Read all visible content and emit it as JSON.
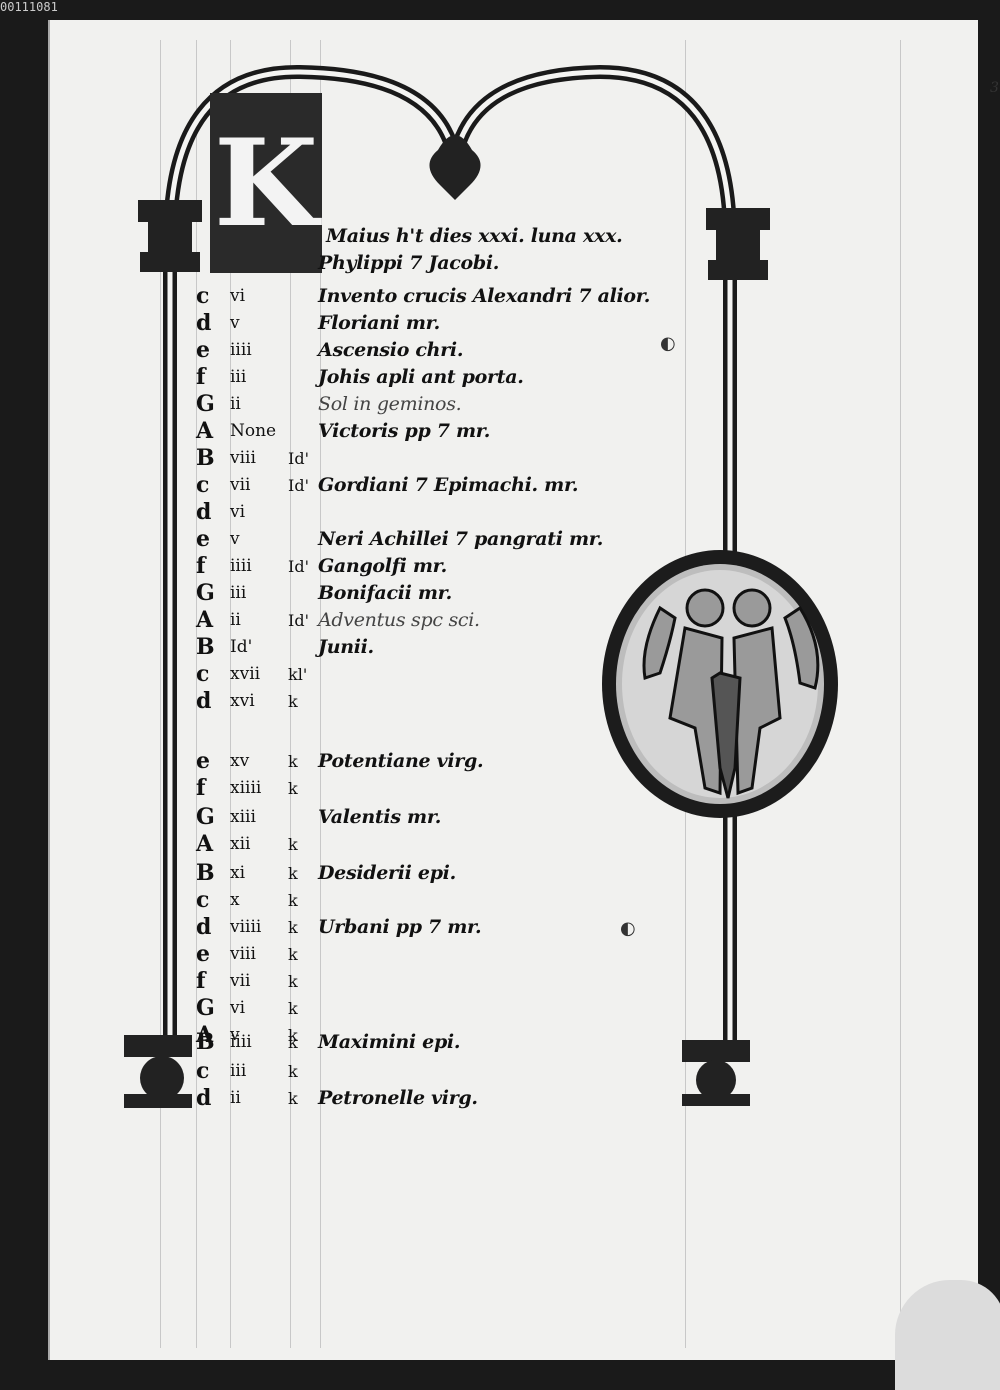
{
  "meta": {
    "shelfmark": "00111081",
    "folio": "3"
  },
  "initial": {
    "letter": "K"
  },
  "heading": {
    "month_line": "Maius h't dies xxxi. luna xxx."
  },
  "rows": [
    {
      "letter": "",
      "golden": "",
      "kal": "",
      "feast": "Phylippi 7 Jacobi."
    },
    {
      "letter": "c",
      "golden": "vi",
      "kal": "",
      "feast": "Invento crucis Alexandri 7 alior."
    },
    {
      "letter": "d",
      "golden": "v",
      "kal": "",
      "feast": "Floriani mr."
    },
    {
      "letter": "e",
      "golden": "iiii",
      "kal": "",
      "feast": "Ascensio chri."
    },
    {
      "letter": "f",
      "golden": "iii",
      "kal": "",
      "feast": "Johis apli ant porta."
    },
    {
      "letter": "G",
      "golden": "ii",
      "kal": "",
      "feast": "Sol in geminos."
    },
    {
      "letter": "A",
      "golden": "None",
      "kal": "",
      "feast": "Victoris pp 7 mr."
    },
    {
      "letter": "B",
      "golden": "viii",
      "kal": "Id'",
      "feast": ""
    },
    {
      "letter": "c",
      "golden": "vii",
      "kal": "Id'",
      "feast": "Gordiani 7 Epimachi. mr."
    },
    {
      "letter": "d",
      "golden": "vi",
      "kal": "",
      "feast": ""
    },
    {
      "letter": "e",
      "golden": "v",
      "kal": "",
      "feast": "Neri Achillei 7 pangrati mr."
    },
    {
      "letter": "f",
      "golden": "iiii",
      "kal": "Id'",
      "feast": "Gangolfi mr."
    },
    {
      "letter": "G",
      "golden": "iii",
      "kal": "",
      "feast": "Bonifacii mr."
    },
    {
      "letter": "A",
      "golden": "ii",
      "kal": "Id'",
      "feast": "Adventus spc sci."
    },
    {
      "letter": "B",
      "golden": "Id'",
      "kal": "",
      "feast": "Junii."
    },
    {
      "letter": "c",
      "golden": "xvii",
      "kal": "kl'",
      "feast": ""
    },
    {
      "letter": "d",
      "golden": "xvi",
      "kal": "k",
      "feast": ""
    },
    {
      "letter": "e",
      "golden": "xv",
      "kal": "k",
      "feast": "Potentiane virg."
    },
    {
      "letter": "f",
      "golden": "xiiii",
      "kal": "k",
      "feast": ""
    },
    {
      "letter": "G",
      "golden": "xiii",
      "kal": "",
      "feast": "Valentis mr."
    },
    {
      "letter": "A",
      "golden": "xii",
      "kal": "k",
      "feast": ""
    },
    {
      "letter": "B",
      "golden": "xi",
      "kal": "k",
      "feast": "Desiderii epi."
    },
    {
      "letter": "c",
      "golden": "x",
      "kal": "k",
      "feast": ""
    },
    {
      "letter": "d",
      "golden": "viiii",
      "kal": "k",
      "feast": "Urbani pp 7 mr."
    },
    {
      "letter": "e",
      "golden": "viii",
      "kal": "k",
      "feast": ""
    },
    {
      "letter": "f",
      "golden": "vii",
      "kal": "k",
      "feast": ""
    },
    {
      "letter": "G",
      "golden": "vi",
      "kal": "k",
      "feast": ""
    },
    {
      "letter": "A",
      "golden": "v",
      "kal": "k",
      "feast": ""
    },
    {
      "letter": "B",
      "golden": "iiii",
      "kal": "k",
      "feast": "Maximini epi."
    },
    {
      "letter": "c",
      "golden": "iii",
      "kal": "k",
      "feast": ""
    },
    {
      "letter": "d",
      "golden": "ii",
      "kal": "k",
      "feast": "Petronelle virg."
    }
  ]
}
